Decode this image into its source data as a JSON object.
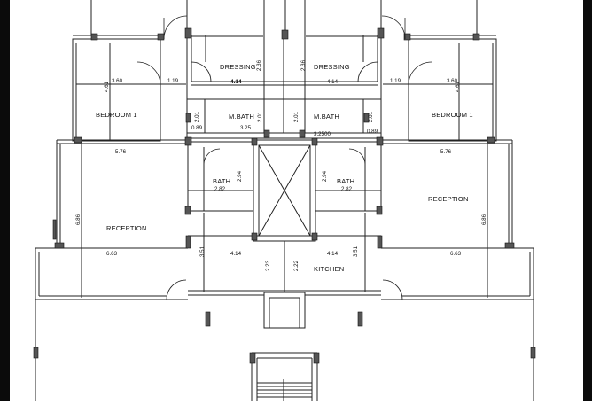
{
  "plan": {
    "rooms": {
      "dressing_left": "DRESSING",
      "dressing_right": "DRESSING",
      "bedroom_left": "BEDROOM 1",
      "bedroom_right": "BEDROOM 1",
      "mbath_left": "M.BATH",
      "mbath_right": "M.BATH",
      "bath_left": "BATH",
      "bath_right": "BATH",
      "reception_left": "RECEPTION",
      "reception_right": "RECEPTION",
      "kitchen": "KITCHEN"
    },
    "dims": {
      "bed_left_w": "3.60",
      "bed_left_h": "4.61",
      "hall_left": "1.19",
      "dress_left_w": "4.14",
      "dress_left_h": "2.36",
      "dress_right_w": "4.14",
      "dress_right_h": "2.36",
      "hall_right": "1.19",
      "bed_right_w": "3.60",
      "bed_right_h": "4.61",
      "mbath_left_h": "2.01",
      "mbath_left_h2": "2.01",
      "mbath_left_off": "0.89",
      "mbath_left_w": "3.25",
      "mbath_right_h": "2.01",
      "mbath_right_h2": "2.01",
      "mbath_right_w": "3.2500",
      "mbath_right_off": "0.89",
      "rec_left_top": "5.76",
      "rec_right_top": "5.76",
      "bath_left_h": "2.94",
      "bath_left_w": "2.82",
      "bath_right_h": "2.94",
      "bath_right_w": "2.82",
      "rec_left_h": "6.86",
      "rec_right_h": "6.86",
      "rec_left_w": "6.63",
      "rec_right_w": "6.63",
      "mid_left_h": "3.51",
      "mid_left_w": "4.14",
      "mid_right_w": "4.14",
      "mid_right_h": "3.51",
      "kit_h_left": "2.23",
      "kit_h_right": "2.22"
    }
  }
}
